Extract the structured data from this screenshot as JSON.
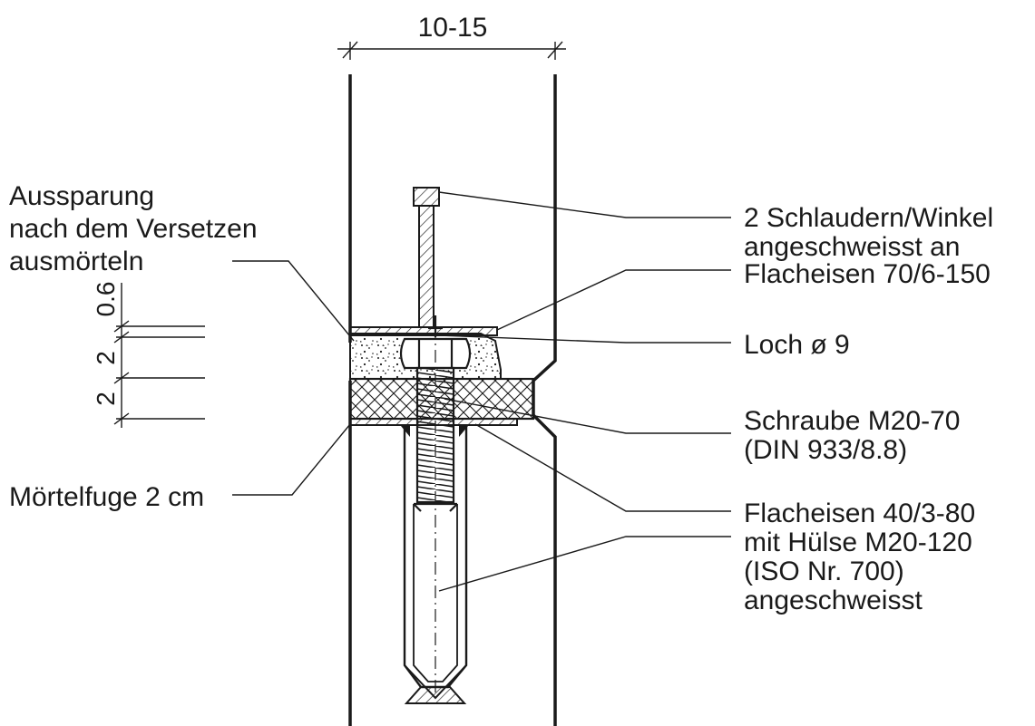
{
  "dimensions": {
    "width_label": "10-15",
    "layer_top": "0.6",
    "layer_mid": "2",
    "layer_bottom": "2"
  },
  "labels": {
    "recess": [
      "Aussparung",
      "nach dem Versetzen",
      "ausmörteln"
    ],
    "mortar_joint": "Mörtelfuge 2 cm",
    "anchors": [
      "2 Schlaudern/Winkel",
      "angeschweisst an",
      "Flacheisen 70/6-150"
    ],
    "hole": "Loch ø 9",
    "bolt": [
      "Schraube M20-70",
      "(DIN 933/8.8)"
    ],
    "flat_bar": [
      "Flacheisen 40/3-80",
      "mit Hülse M20-120",
      "(ISO Nr. 700)",
      "angeschweisst"
    ]
  }
}
